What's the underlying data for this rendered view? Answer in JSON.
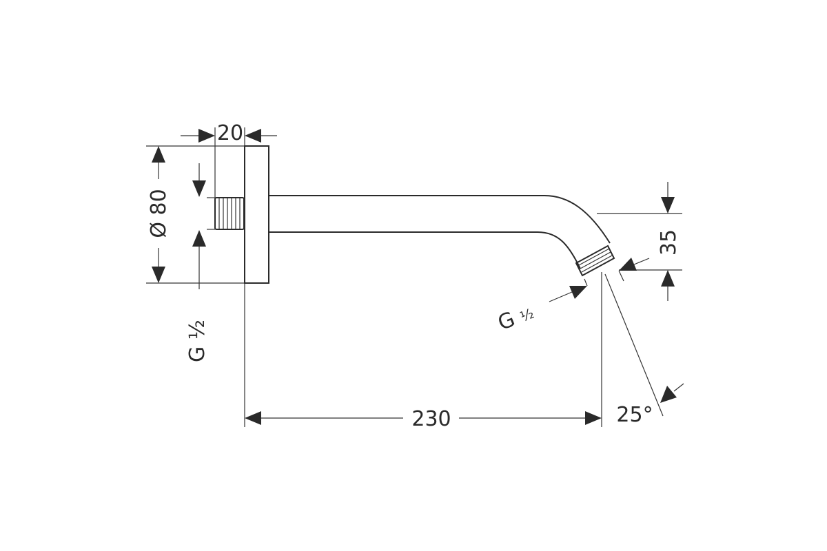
{
  "dimensions": {
    "flange_depth": "20",
    "flange_diameter": "Ø 80",
    "length": "230",
    "drop": "35",
    "angle": "25°"
  },
  "threads": {
    "inlet_letter": "G",
    "inlet_fraction": "½",
    "outlet_letter": "G",
    "outlet_fraction": "½"
  },
  "colors": {
    "line": "#333333",
    "background": "#ffffff"
  }
}
